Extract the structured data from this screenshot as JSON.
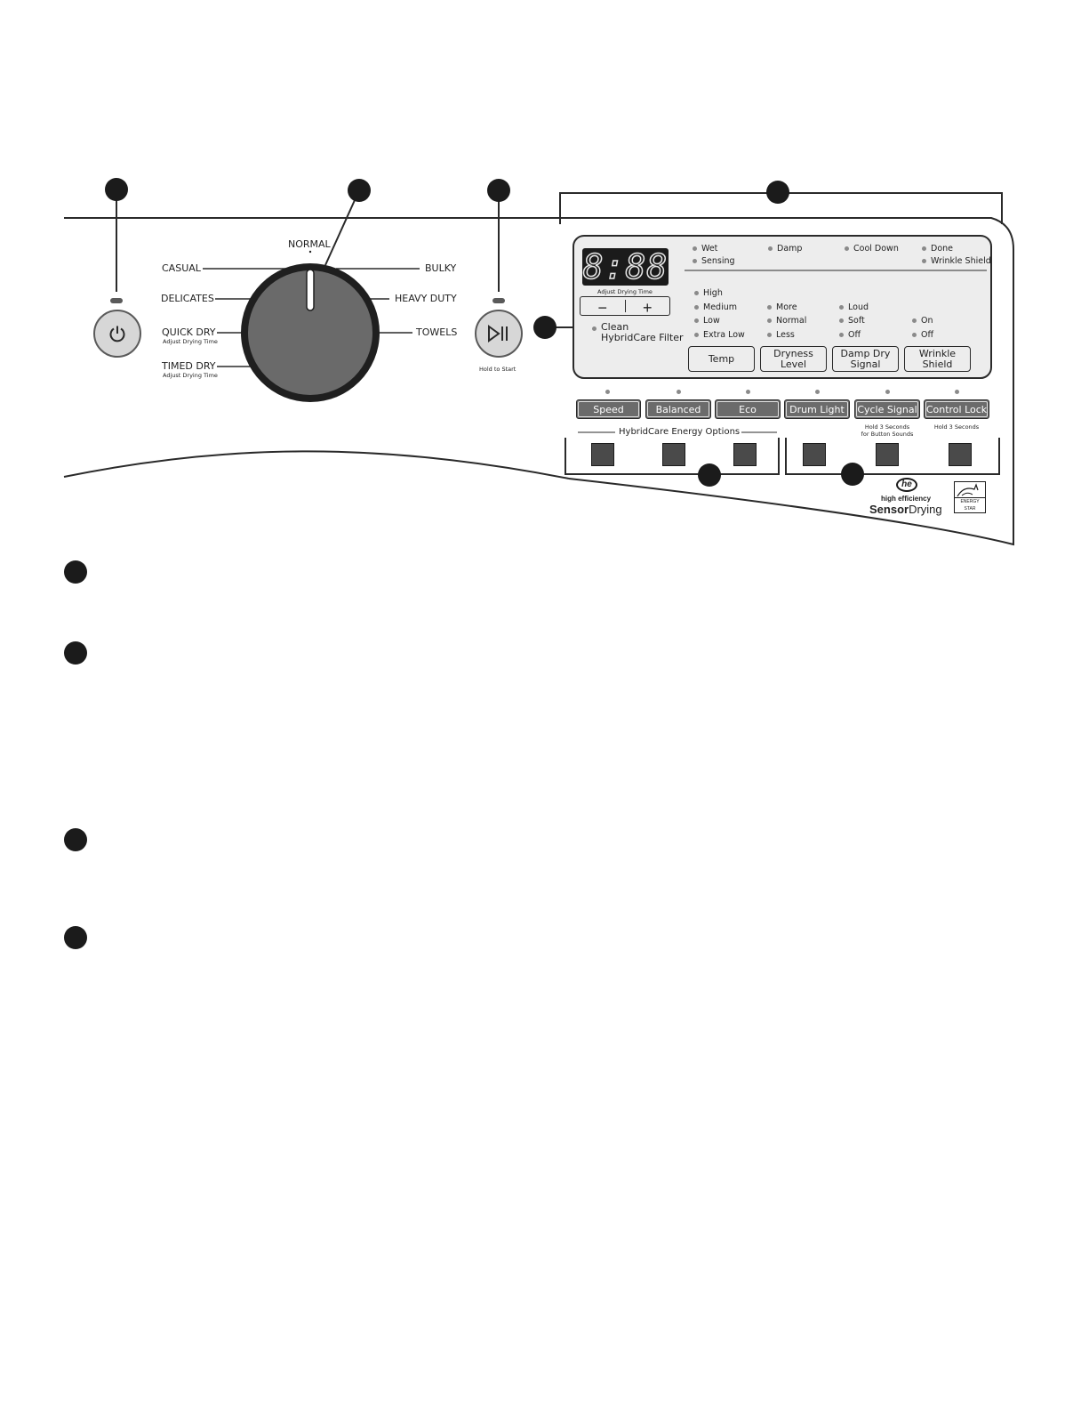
{
  "cycle_knob": {
    "labels": {
      "normal": "NORMAL",
      "casual": "CASUAL",
      "bulky": "BULKY",
      "delicates": "DELICATES",
      "heavy_duty": "HEAVY DUTY",
      "quick_dry": "QUICK DRY",
      "towels": "TOWELS",
      "timed_dry": "TIMED DRY"
    },
    "quick_dry_sub": "Adjust Drying Time",
    "timed_dry_sub": "Adjust Drying Time"
  },
  "start": {
    "hold_label": "Hold to Start"
  },
  "display": {
    "digits": "8:88",
    "adjust_label": "Adjust Drying Time",
    "minus": "−",
    "plus": "+",
    "clean_filter_line1": "Clean",
    "clean_filter_line2": "HybridCare Filter"
  },
  "status_lights": {
    "wet": "Wet",
    "sensing": "Sensing",
    "damp": "Damp",
    "cool_down": "Cool Down",
    "done": "Done",
    "wrinkle_shield": "Wrinkle Shield"
  },
  "temp_levels": [
    "High",
    "Medium",
    "Low",
    "Extra Low"
  ],
  "dryness_levels": [
    "More",
    "Normal",
    "Less"
  ],
  "signal_levels": [
    "Loud",
    "Soft",
    "Off"
  ],
  "wrinkle_levels": [
    "On",
    "Off"
  ],
  "modifier_buttons": {
    "temp": "Temp",
    "dryness_1": "Dryness",
    "dryness_2": "Level",
    "damp_1": "Damp Dry",
    "damp_2": "Signal",
    "wrinkle_1": "Wrinkle",
    "wrinkle_2": "Shield"
  },
  "option_buttons": {
    "speed": "Speed",
    "balanced": "Balanced",
    "eco": "Eco",
    "drum_light": "Drum Light",
    "cycle_signal": "Cycle Signal",
    "control_lock": "Control Lock"
  },
  "notes": {
    "cycle_signal_1": "Hold 3 Seconds",
    "cycle_signal_2": "for Button Sounds",
    "control_lock": "Hold 3 Seconds"
  },
  "hybridcare_label": "HybridCare Energy Options",
  "logos": {
    "he_mark": "he",
    "he_line1": "high efficiency",
    "sensor": "Sensor",
    "drying": "Drying",
    "energy_star": "ENERGY STAR"
  },
  "colors": {
    "option_button": "#6b6b6b",
    "callout": "#1b1b1b",
    "display": "#1b1b1b"
  }
}
